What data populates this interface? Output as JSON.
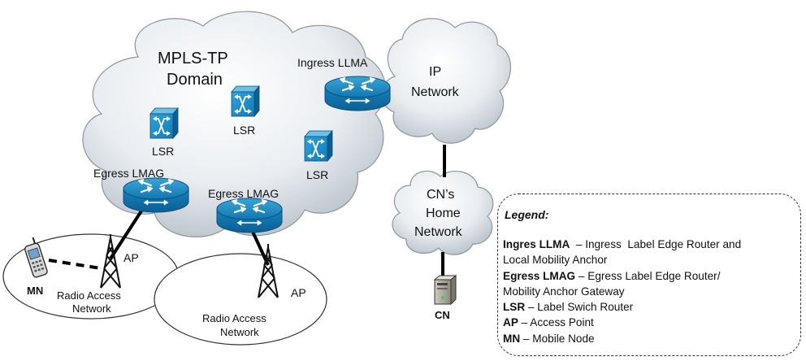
{
  "mpls_domain": {
    "line1": "MPLS-TP",
    "line2": "Domain"
  },
  "ip_network": {
    "line1": "IP",
    "line2": "Network"
  },
  "home_network": {
    "line1": "CN’s",
    "line2": "Home",
    "line3": "Network"
  },
  "ingress_llma": "Ingress LLMA",
  "egress_lmag_left": "Egress LMAG",
  "egress_lmag_right": "Egress LMAG",
  "lsr_top": "LSR",
  "lsr_left": "LSR",
  "lsr_right": "LSR",
  "ap_left": "AP",
  "ap_right": "AP",
  "mn": "MN",
  "cn": "CN",
  "ran_left": {
    "line1": "Radio Access",
    "line2": "Network"
  },
  "ran_right": {
    "line1": "Radio Access",
    "line2": "Network"
  },
  "legend": {
    "title": "Legend:",
    "rows": [
      {
        "term": "Ingres LLMA",
        "desc": "  – Ingress  Label Edge Router and"
      },
      {
        "term": "",
        "desc": "Local Mobility Anchor"
      },
      {
        "term": "Egress LMAG",
        "desc": " – Egress Label Edge Router/"
      },
      {
        "term": "",
        "desc": "Mobility Anchor Gateway"
      },
      {
        "term": "LSR",
        "desc": " – Label Swich Router"
      },
      {
        "term": "AP",
        "desc": " – Access Point"
      },
      {
        "term": "MN",
        "desc": " – Mobile Node"
      }
    ]
  },
  "colors": {
    "cloud_light": "#ffffff",
    "cloud_dark": "#b9c2cb",
    "router": "#1a84bf",
    "switch": "#1b95c8",
    "link": "#000000"
  }
}
